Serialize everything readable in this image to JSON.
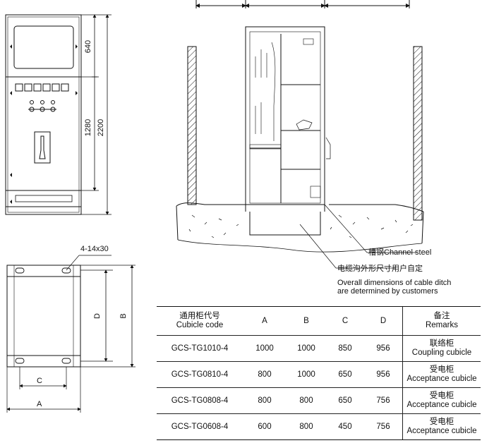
{
  "front_view": {
    "dim_640": "640",
    "dim_1280": "1280",
    "dim_2200": "2200"
  },
  "section_view": {
    "channel_steel": "槽钢Channel steel",
    "cable_ditch_cn": "电缆沟外形尺寸用户自定",
    "cable_ditch_en_1": "Overall dimensions of cable ditch",
    "cable_ditch_en_2": "are determined by customers"
  },
  "base_view": {
    "holes": "4-14x30",
    "dim_a": "A",
    "dim_b": "B",
    "dim_c": "C",
    "dim_d": "D"
  },
  "table": {
    "headers": {
      "code_cn": "通用柜代号",
      "code_en": "Cubicle code",
      "a": "A",
      "b": "B",
      "c": "C",
      "d": "D",
      "remarks_cn": "备注",
      "remarks_en": "Remarks"
    },
    "rows": [
      {
        "code": "GCS-TG1010-4",
        "a": "1000",
        "b": "1000",
        "c": "850",
        "d": "956",
        "remark_cn": "联络柜",
        "remark_en": "Coupling cubicle"
      },
      {
        "code": "GCS-TG0810-4",
        "a": "800",
        "b": "1000",
        "c": "650",
        "d": "956",
        "remark_cn": "受电柜",
        "remark_en": "Acceptance cubicle"
      },
      {
        "code": "GCS-TG0808-4",
        "a": "800",
        "b": "800",
        "c": "650",
        "d": "756",
        "remark_cn": "受电柜",
        "remark_en": "Acceptance cubicle"
      },
      {
        "code": "GCS-TG0608-4",
        "a": "600",
        "b": "800",
        "c": "450",
        "d": "756",
        "remark_cn": "受电柜",
        "remark_en": "Acceptance cubicle"
      }
    ]
  }
}
